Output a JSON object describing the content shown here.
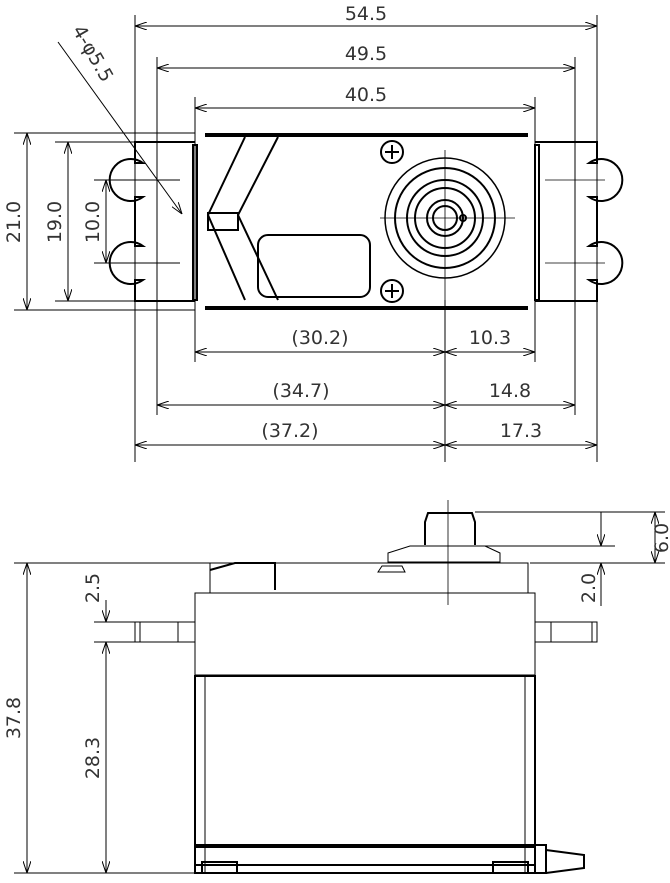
{
  "top_view": {
    "dims": {
      "overall_length": "54.5",
      "hole_spacing": "49.5",
      "body_length": "40.5",
      "hole_note": "4-φ5.5",
      "overall_width": "21.0",
      "tab_width": "19.0",
      "hole_spacing_y": "10.0",
      "body_to_shaft": "(30.2)",
      "shaft_to_body_end": "10.3",
      "hole_to_shaft": "(34.7)",
      "shaft_to_hole": "14.8",
      "end_to_shaft": "(37.2)",
      "shaft_to_end": "17.3"
    }
  },
  "side_view": {
    "dims": {
      "spline_height": "6.0",
      "boss_height": "2.0",
      "tab_thickness": "2.5",
      "total_height": "37.8",
      "tab_to_bottom": "28.3"
    }
  }
}
